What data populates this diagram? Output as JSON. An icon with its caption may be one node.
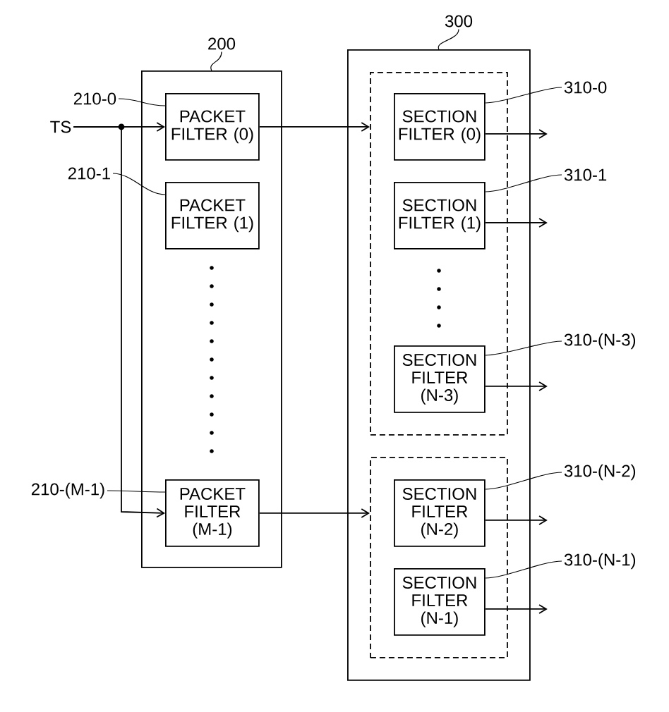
{
  "diagram": {
    "nodes": [
      {
        "text": [],
        "shape": "box"
      },
      {
        "text": [
          "PACKET FILTER (0)"
        ],
        "in": 0
      },
      {
        "text": [
          "PACKET FILTER (1)"
        ],
        "in": 0
      },
      {
        "text": [
          "PACKET FILTER (M-1)"
        ],
        "in": 0
      },
      {
        "text": [],
        "shape": "box"
      },
      {
        "text": [],
        "shape": "box",
        "in": 4
      },
      {
        "text": [
          "SECTION FILTER (0)"
        ],
        "in": 5
      },
      {
        "text": [
          "SECTION FILTER (1)"
        ],
        "in": 5
      },
      {
        "text": [
          "SECTION FILTER (N-3)"
        ],
        "in": 5
      },
      {
        "text": [],
        "shape": "box",
        "in": 4
      },
      {
        "text": [
          "SECTION FILTER (N-2)"
        ],
        "in": 9
      },
      {
        "text": [
          "SECTION FILTER (N-1)"
        ],
        "in": 9
      },
      {
        "text": [
          "TS"
        ]
      },
      {
        "text": [
          "200"
        ]
      },
      {
        "text": [
          "300"
        ]
      },
      {
        "text": [
          "210-0"
        ]
      },
      {
        "text": [
          "210-1"
        ]
      },
      {
        "text": [
          "210-(M-1)"
        ]
      },
      {
        "text": [
          "310-0"
        ]
      },
      {
        "text": [
          "310-1"
        ]
      },
      {
        "text": [
          "310-(N-3)"
        ]
      },
      {
        "text": [
          "310-(N-2)"
        ]
      },
      {
        "text": [
          "310-(N-1)"
        ]
      }
    ],
    "edges": [
      {
        "from": 12,
        "to": 1,
        "arrow": "to"
      },
      {
        "from": 12,
        "to": 3,
        "arrow": "to"
      },
      {
        "from": 1,
        "to": 5,
        "arrow": "to"
      },
      {
        "from": 3,
        "to": 9,
        "arrow": "to"
      },
      {
        "from": 6,
        "to": null,
        "arrow": "to"
      },
      {
        "from": 7,
        "to": null,
        "arrow": "to"
      },
      {
        "from": 8,
        "to": null,
        "arrow": "to"
      },
      {
        "from": 10,
        "to": null,
        "arrow": "to"
      },
      {
        "from": 11,
        "to": null,
        "arrow": "to"
      },
      {
        "from": 13,
        "to": 0,
        "arrow": "none"
      },
      {
        "from": 14,
        "to": 4,
        "arrow": "none"
      },
      {
        "from": 15,
        "to": 1,
        "arrow": "none"
      },
      {
        "from": 16,
        "to": 2,
        "arrow": "none"
      },
      {
        "from": 17,
        "to": 3,
        "arrow": "none"
      },
      {
        "from": 18,
        "to": 6,
        "arrow": "none"
      },
      {
        "from": 19,
        "to": 7,
        "arrow": "none"
      },
      {
        "from": 20,
        "to": 8,
        "arrow": "none"
      },
      {
        "from": 21,
        "to": 10,
        "arrow": "none"
      },
      {
        "from": 22,
        "to": 11,
        "arrow": "none"
      }
    ]
  }
}
